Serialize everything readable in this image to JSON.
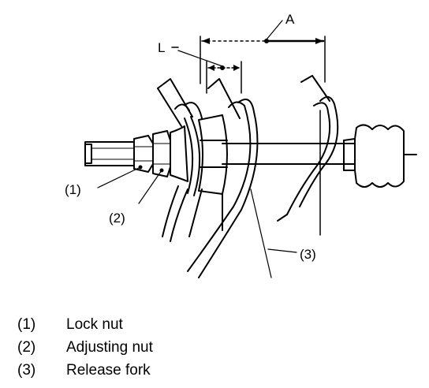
{
  "diagram": {
    "labels": {
      "A": "A",
      "L": "L",
      "c1": "(1)",
      "c2": "(2)",
      "c3": "(3)"
    }
  },
  "legend": [
    {
      "num": "(1)",
      "text": "Lock nut"
    },
    {
      "num": "(2)",
      "text": "Adjusting nut"
    },
    {
      "num": "(3)",
      "text": "Release fork"
    }
  ]
}
